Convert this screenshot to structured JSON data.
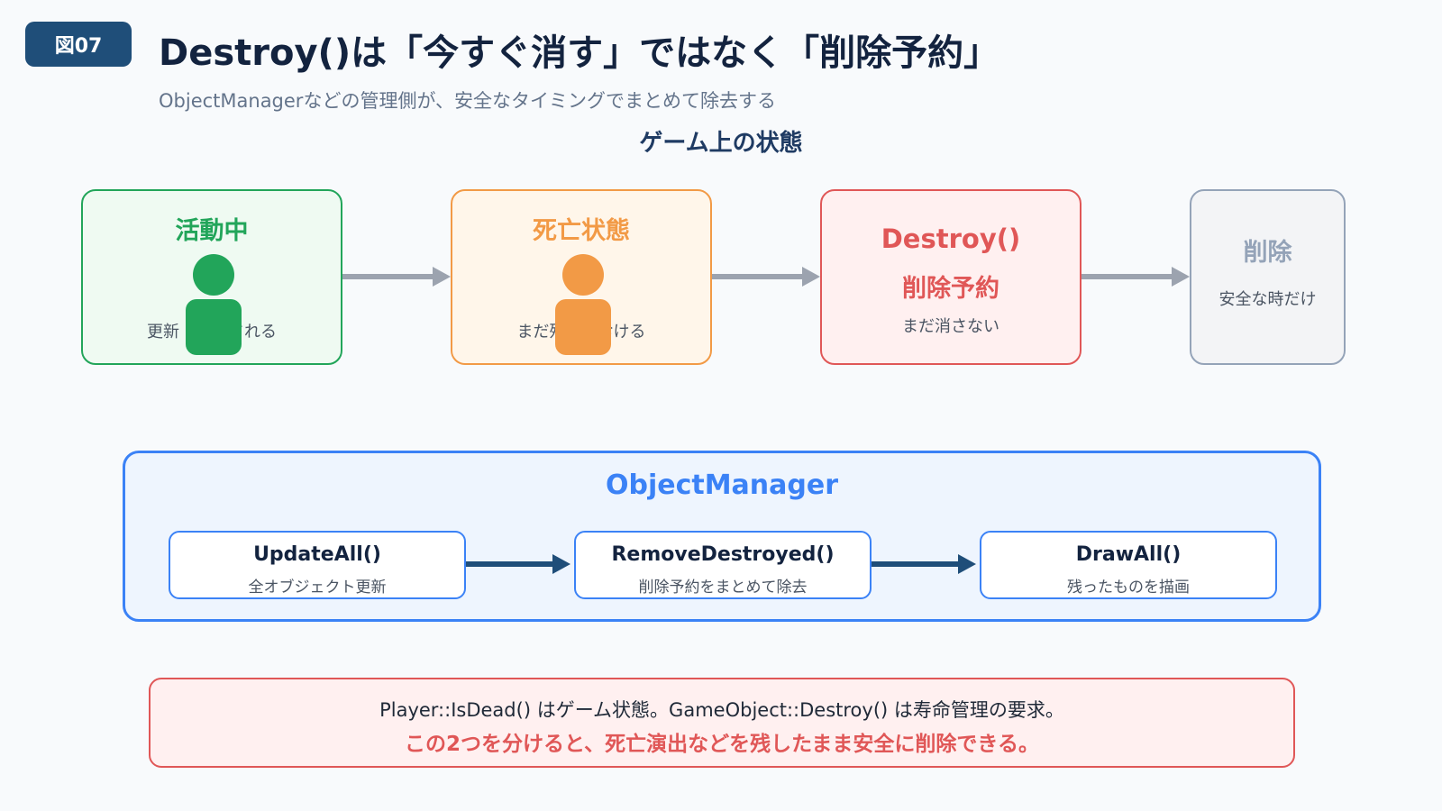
{
  "header": {
    "badge": "図07",
    "title": "Destroy()は「今すぐ消す」ではなく「削除予約」",
    "subtitle": "ObjectManagerなどの管理側が、安全なタイミングでまとめて除去する"
  },
  "section_label": "ゲーム上の状態",
  "states": [
    {
      "title": "活動中",
      "caption": "更新・描画される",
      "color": "#22a55a"
    },
    {
      "title": "死亡状態",
      "caption": "まだ残しておける",
      "color": "#f29a46"
    },
    {
      "title": "Destroy()",
      "subtitle": "削除予約",
      "caption": "まだ消さない",
      "color": "#e05757"
    },
    {
      "title": "削除",
      "caption": "安全な時だけ",
      "color": "#94a3b8"
    }
  ],
  "manager": {
    "title": "ObjectManager",
    "steps": [
      {
        "name": "UpdateAll()",
        "desc": "全オブジェクト更新"
      },
      {
        "name": "RemoveDestroyed()",
        "desc": "削除予約をまとめて除去"
      },
      {
        "name": "DrawAll()",
        "desc": "残ったものを描画"
      }
    ]
  },
  "note": {
    "line1": "Player::IsDead() はゲーム状態。GameObject::Destroy() は寿命管理の要求。",
    "line2": "この2つを分けると、死亡演出などを残したまま安全に削除できる。"
  },
  "colors": {
    "navy": "#1f4e79",
    "green": "#22a55a",
    "orange": "#f29a46",
    "red": "#e05757",
    "gray": "#94a3b8",
    "blue": "#3b82f6",
    "arrow_gray": "#9ca3af",
    "arrow_navy": "#1f4e79"
  }
}
